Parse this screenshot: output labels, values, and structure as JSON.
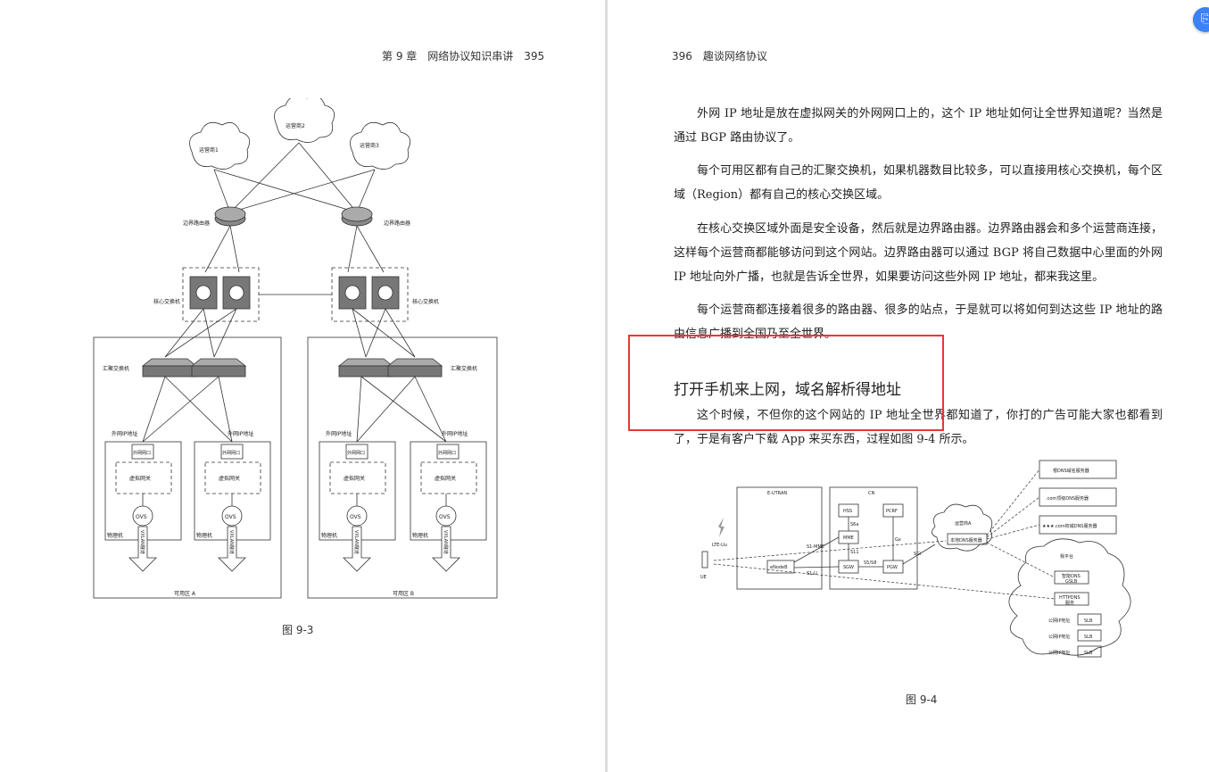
{
  "left_page": {
    "running_head": "第 9 章　网络协议知识串讲　395",
    "figure": {
      "caption": "图 9-3",
      "labels": {
        "carrier1": "运营商1",
        "carrier2": "运营商2",
        "carrier3": "运营商3",
        "border_router": "边界路由器",
        "core_switch": "核心交换机",
        "aggregation_switch": "汇聚交换机",
        "external_ip": "外网IP地址",
        "external_port": "外网网口",
        "virtual_gateway": "虚拟网关",
        "ovs": "OVS",
        "physical_machine": "物理机",
        "vxlan_tunnel": "VXLAN隧道",
        "az_a": "可用区 A",
        "az_b": "可用区 B"
      }
    }
  },
  "right_page": {
    "running_head": "396　趣谈网络协议",
    "paragraphs": [
      "外网 IP 地址是放在虚拟网关的外网网口上的，这个 IP 地址如何让全世界知道呢？当然是通过 BGP 路由协议了。",
      "每个可用区都有自己的汇聚交换机，如果机器数目比较多，可以直接用核心交换机，每个区域（Region）都有自己的核心交换区域。",
      "在核心交换区域外面是安全设备，然后就是边界路由器。边界路由器会和多个运营商连接，这样每个运营商都能够访问到这个网站。边界路由器可以通过 BGP 将自己数据中心里面的外网 IP 地址向外广播，也就是告诉全世界，如果要访问这些外网 IP 地址，都来我这里。",
      "每个运营商都连接着很多的路由器、很多的站点，于是就可以将如何到达这些 IP 地址的路由信息广播到全国乃至全世界。"
    ],
    "section_heading": "打开手机来上网，域名解析得地址",
    "section_paragraph": "这个时候，不但你的这个网站的 IP 地址全世界都知道了，你打的广告可能大家也都看到了，于是有客户下载 App 来买东西，过程如图 9-4 所示。",
    "figure": {
      "caption": "图 9-4",
      "labels": {
        "eutran": "E-UTRAN",
        "cn": "CN",
        "hss": "HSS",
        "pcrf": "PCRF",
        "mme": "MME",
        "sgw": "SGW",
        "pgw": "PGW",
        "enodeb": "eNodeB",
        "ue": "UE",
        "lte": "LTE-Uu",
        "s1_mme": "S1-MME",
        "s1_u": "S1-U",
        "s6a": "S6a",
        "s11": "S11",
        "s5_s8": "S5/S8",
        "gx": "Gx",
        "sgi": "SGi",
        "carrier_a": "运营商A",
        "local_dns": "本地DNS服务器",
        "root_dns": "根DNS域名服务器",
        "com_dns": ".com顶级DNS服务器",
        "auth_dns": "★★★.com权威DNS服务器",
        "my_platform": "我平台",
        "gslb_title": "智能DNS",
        "gslb": "GSLB",
        "httpdns_title": "HTTPDNS",
        "httpdns": "服务",
        "public_ip": "公网IP地址",
        "slb": "SLB"
      }
    }
  },
  "float_button": {
    "label": "⎘"
  }
}
